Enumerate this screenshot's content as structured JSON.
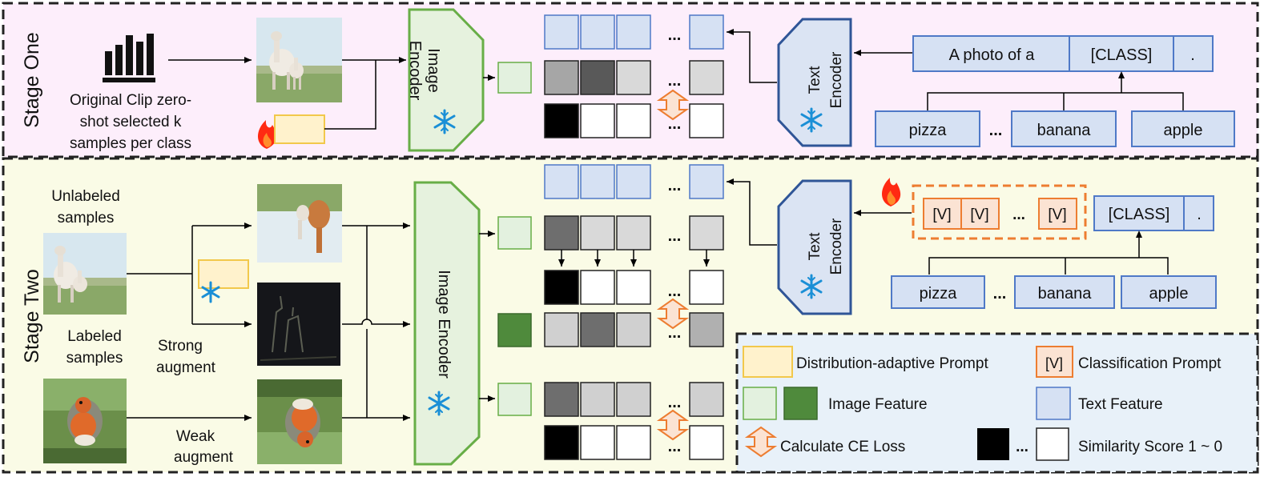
{
  "stage1": {
    "label": "Stage One",
    "caption": [
      "Original Clip zero-",
      "shot selected k",
      "samples per class"
    ],
    "image_encoder": [
      "Image",
      "Encoder"
    ],
    "text_encoder": [
      "Text",
      "Encoder"
    ],
    "prompt_template": [
      "A photo of a",
      "[CLASS]",
      "."
    ],
    "classes": [
      "pizza",
      "banana",
      "apple"
    ],
    "ellipsis": "..."
  },
  "stage2": {
    "label": "Stage Two",
    "unlabeled": [
      "Unlabeled",
      "samples"
    ],
    "labeled": [
      "Labeled",
      "samples"
    ],
    "strong": [
      "Strong",
      "augment"
    ],
    "weak": [
      "Weak",
      "augment"
    ],
    "image_encoder": "Image Encoder",
    "text_encoder": [
      "Text",
      "Encoder"
    ],
    "learnable_tokens": [
      "[V]",
      "[V]",
      "...",
      "[V]"
    ],
    "class_token": "[CLASS]",
    "period": ".",
    "classes": [
      "pizza",
      "banana",
      "apple"
    ],
    "ellipsis": "..."
  },
  "legend": {
    "dist_prompt": "Distribution-adaptive Prompt",
    "v_token": "[V]",
    "class_prompt": "Classification Prompt",
    "image_feature": "Image Feature",
    "text_feature": "Text Feature",
    "ce_loss": "Calculate CE Loss",
    "similarity": "Similarity Score 1 ~ 0",
    "ellipsis": "..."
  },
  "colors": {
    "stage1_bg": "#fdeefb",
    "stage2_bg": "#fafbe6",
    "legend_bg": "#e8f1f9",
    "text_feature_fill": "#d6e1f3",
    "text_feature_stroke": "#4f79c7",
    "image_feature_light": "#e3f1df",
    "image_feature_dark": "#4f8a3c",
    "encoder_stroke": "#68ae47",
    "prompt_fill": "#fff2cc",
    "prompt_stroke": "#f2c84b",
    "v_fill": "#fbe3d3",
    "v_stroke": "#ed7d31"
  }
}
